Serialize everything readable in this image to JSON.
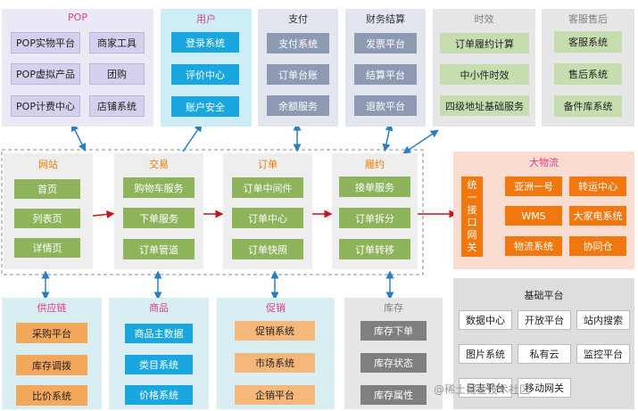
{
  "panels": {
    "pop": {
      "title": "POP",
      "items": [
        "POP实物平台",
        "商家工具",
        "POP虚拟产品",
        "团购",
        "POP计费中心",
        "店铺系统"
      ]
    },
    "user": {
      "title": "用户",
      "items": [
        "登录系统",
        "评价中心",
        "账户安全"
      ]
    },
    "pay": {
      "title": "支付",
      "items": [
        "支付系统",
        "订单台账",
        "余额服务"
      ]
    },
    "finance": {
      "title": "财务结算",
      "items": [
        "发票平台",
        "结算平台",
        "退款平台"
      ]
    },
    "timeliness": {
      "title": "时效",
      "items": [
        "订单履约计算",
        "中小件时效",
        "四级地址基础服务"
      ]
    },
    "service": {
      "title": "客服售后",
      "items": [
        "客服系统",
        "售后系统",
        "备件库系统"
      ]
    },
    "site": {
      "title": "网站",
      "items": [
        "首页",
        "列表页",
        "详情页"
      ]
    },
    "trade": {
      "title": "交易",
      "items": [
        "购物车服务",
        "下单服务",
        "订单管道"
      ]
    },
    "order": {
      "title": "订单",
      "items": [
        "订单中间件",
        "订单中心",
        "订单快照"
      ]
    },
    "fulfill": {
      "title": "履约",
      "items": [
        "接单服务",
        "订单拆分",
        "订单转移"
      ]
    },
    "logistics": {
      "title": "大物流",
      "gateway": "统一接口网关",
      "items": [
        "亚洲一号",
        "转运中心",
        "WMS",
        "大家电系统",
        "物流系统",
        "协同仓"
      ]
    },
    "supply": {
      "title": "供应链",
      "items": [
        "采购平台",
        "库存调拨",
        "比价系统"
      ]
    },
    "goods": {
      "title": "商品",
      "items": [
        "商品主数据",
        "类目系统",
        "价格系统"
      ]
    },
    "promo": {
      "title": "促销",
      "items": [
        "促销系统",
        "市场系统",
        "企销平台"
      ]
    },
    "stock": {
      "title": "库存",
      "items": [
        "库存下单",
        "库存状态",
        "库存属性"
      ]
    },
    "base": {
      "title": "基础平台",
      "items": [
        "数据中心",
        "开放平台",
        "站内搜索",
        "图片系统",
        "私有云",
        "监控平台",
        "日志平台",
        "移动网关"
      ]
    }
  },
  "watermark": "@稀土掘金技术社区",
  "colors": {
    "blue_arrow": "#2a7fc0",
    "red_arrow": "#c9141e",
    "title_pink": "#e03c8a",
    "title_orange": "#f07a00",
    "title_grey": "#7f7f7f"
  }
}
